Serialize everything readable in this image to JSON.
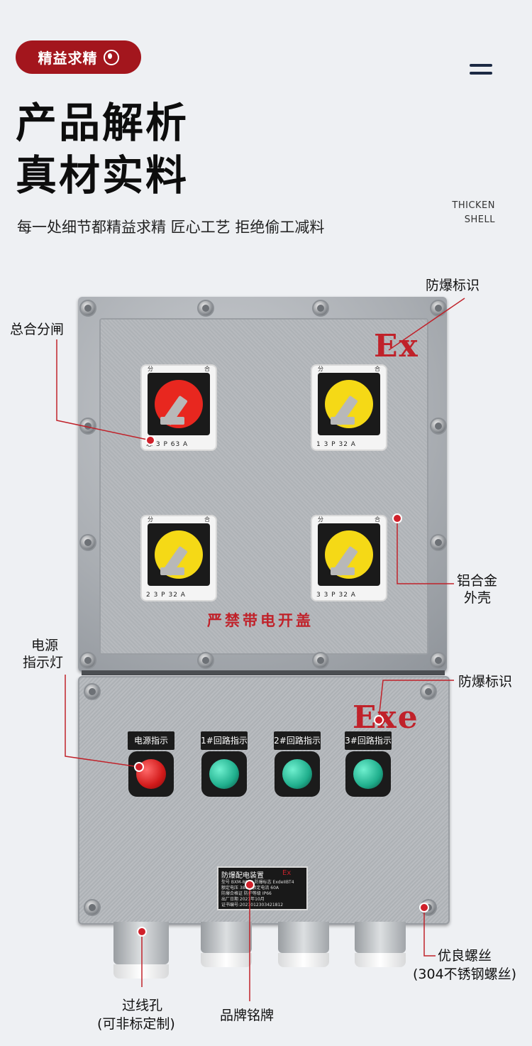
{
  "header": {
    "badge_label": "精益求精",
    "badge_icon": "droplet-icon",
    "menu_icon": "hamburger-menu-icon",
    "title_line1": "产品解析",
    "title_line2": "真材实料",
    "subtitle": "每一处细节都精益求精 匠心工艺 拒绝偷工减料",
    "thicken_line1": "THICKEN",
    "thicken_line2": "SHELL"
  },
  "colors": {
    "accent": "#a3161d",
    "marker": "#d0202a",
    "menu": "#1c2a44"
  },
  "enclosure": {
    "ex_upper": "Ex",
    "ex_lower": "Exe",
    "warning_text": "严禁带电开盖",
    "switches": [
      {
        "left_label": "分",
        "right_label": "合",
        "knob_color": "#e8271f",
        "code": "总 3 P 63 A"
      },
      {
        "left_label": "分",
        "right_label": "合",
        "knob_color": "#f5d916",
        "code": "1 3 P 32 A"
      },
      {
        "left_label": "分",
        "right_label": "合",
        "knob_color": "#f5d916",
        "code": "2 3 P 32 A"
      },
      {
        "left_label": "分",
        "right_label": "合",
        "knob_color": "#f5d916",
        "code": "3 3 P 32 A"
      }
    ],
    "indicators": [
      {
        "label": "电源指示",
        "lens_color": "#d21a1a"
      },
      {
        "label": "1#回路指示",
        "lens_color": "#1fae8c"
      },
      {
        "label": "2#回路指示",
        "lens_color": "#1fae8c"
      },
      {
        "label": "3#回路指示",
        "lens_color": "#1fae8c"
      }
    ],
    "nameplate": {
      "title": "防爆配电装置",
      "ex_mark": "Ex",
      "rows": [
        "型号 BXM-8050  防爆标志 ExdeIIBT4",
        "额定电压 380V  额定电流 60A",
        "防爆合格证  防护等级 IP66",
        "出厂日期 2021年10月",
        "证书编号:2021012303421812"
      ]
    }
  },
  "callouts": {
    "main_switch": "总合分闸",
    "explosion_mark_top": "防爆标识",
    "aluminum_shell_1": "铝合金",
    "aluminum_shell_2": "外壳",
    "power_light_1": "电源",
    "power_light_2": "指示灯",
    "explosion_mark_bottom": "防爆标识",
    "screw_1": "优良螺丝",
    "screw_2": "(304不锈钢螺丝)",
    "cable_hole_1": "过线孔",
    "cable_hole_2": "(可非标定制)",
    "brand_plate": "品牌铭牌"
  }
}
